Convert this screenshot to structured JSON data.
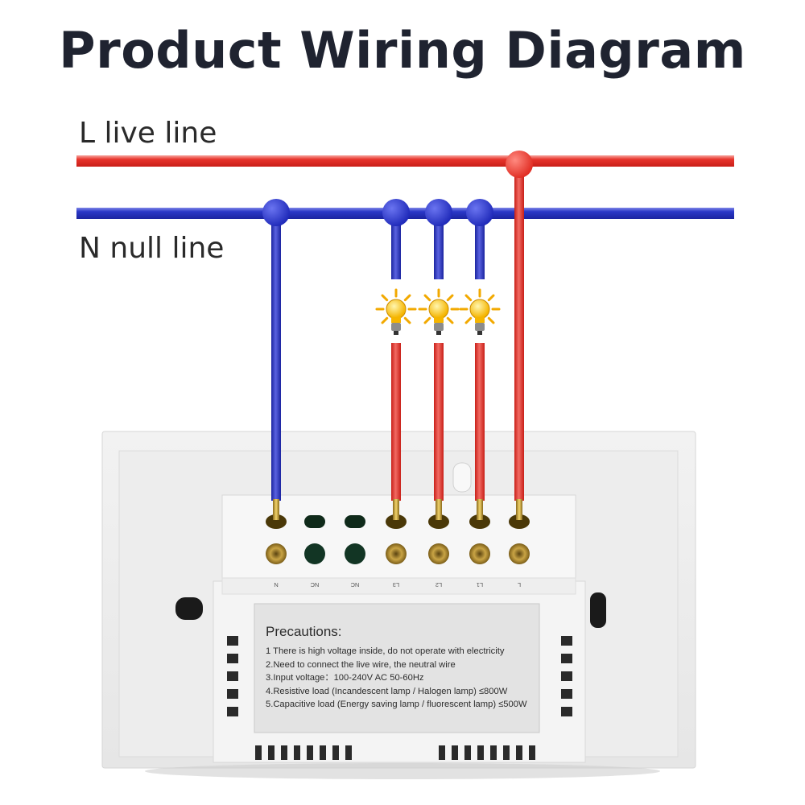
{
  "title": "Product Wiring Diagram",
  "lines": {
    "live_label": "L live line",
    "null_label": "N null line"
  },
  "terminals": [
    "N",
    "NC",
    "NC",
    "L3",
    "L2",
    "L1",
    "L"
  ],
  "precautions": {
    "heading": "Precautions:",
    "items": [
      "1 There is high voltage inside, do not operate with electricity",
      "2.Need to connect the live wire, the neutral wire",
      "3.Input voltage：100-240V AC 50-60Hz",
      "4.Resistive load (Incandescent lamp / Halogen lamp) ≤800W",
      "5.Capacitive load (Energy saving lamp / fluorescent lamp) ≤500W"
    ]
  },
  "colors": {
    "live": "#e8342c",
    "null": "#2a37c8",
    "title": "#1f2330"
  },
  "icons": [
    "bulb-icon",
    "bulb-icon",
    "bulb-icon"
  ]
}
